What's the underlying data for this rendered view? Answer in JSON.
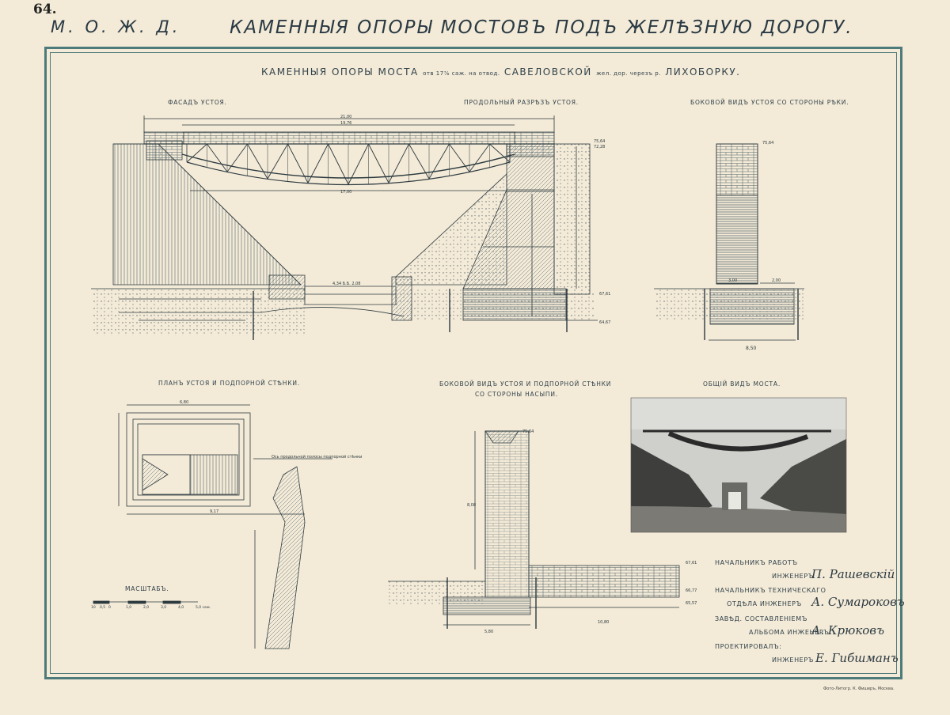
{
  "page_number": "64.",
  "corner_label": "М. О. Ж. Д.",
  "main_title": "КАМЕННЫЯ ОПОРЫ МОСТОВЪ ПОДЪ ЖЕЛѢЗНУЮ ДОРОГУ.",
  "subtitle_a": "КАМЕННЫЯ ОПОРЫ МОСТА",
  "subtitle_b": "отв 17⅞ саж. на отвод.",
  "subtitle_c": "САВЕЛОВСКОЙ",
  "subtitle_d": "жел. дор. черезъ р.",
  "subtitle_e": "ЛИХОБОРКУ.",
  "captions": {
    "facade": "ФАСАДЪ УСТОЯ.",
    "section": "ПРОДОЛЬНЫЙ РАЗРѢЗЪ УСТОЯ.",
    "side_river": "БОКОВОЙ ВИДЪ УСТОЯ СО СТОРОНЫ РѢКИ.",
    "plan": "ПЛАНЪ УСТОЯ И ПОДПОРНОЙ СТѢНКИ.",
    "side_embank_1": "БОКОВОЙ ВИДЪ УСТОЯ И ПОДПОРНОЙ СТѢНКИ",
    "side_embank_2": "СО СТОРОНЫ НАСЫПИ.",
    "general": "ОБЩІЙ ВИДЪ МОСТА.",
    "scale": "МАСШТАБЪ."
  },
  "scale_ticks": [
    "10",
    "0,5",
    "0",
    "1,0",
    "2,0",
    "3,0",
    "4,0",
    "5,0 саж."
  ],
  "plan_note": "Ось продольной полосы подпорной стѣнки",
  "signatures": [
    {
      "role1": "НАЧАЛЬНИКЪ РАБОТЪ",
      "role2": "ИНЖЕНЕРЪ",
      "name": "П. Рашевскій"
    },
    {
      "role1": "НАЧАЛЬНИКЪ ТЕХНИЧЕСКАГО",
      "role2": "ОТДѢЛА ИНЖЕНЕРЪ",
      "name": "А. Сумароковъ"
    },
    {
      "role1": "ЗАВѢД. СОСТАВЛЕНІЕМЪ",
      "role2": "АЛЬБОМА ИНЖЕНЕРЪ",
      "name": "А. Крюковъ"
    },
    {
      "role1": "ПРОЕКТИРОВАЛЪ:",
      "role2": "ИНЖЕНЕРЪ",
      "name": "Е. Гибшманъ"
    }
  ],
  "imprint": "Фото-Литогр. К. Фишеръ, Москва.",
  "dimensions": {
    "span_total": "21,00",
    "span_inner": "19,76",
    "span_arch": "17,00",
    "water": "4,34 Б.Б. 2,08",
    "elev_top": "75,64",
    "elev_rail": "72,28",
    "elev_a": "67,61",
    "elev_b": "66,77",
    "elev_c": "65,57",
    "elev_d": "64,67",
    "side_w1": "3,00",
    "side_w2": "2,00",
    "side_base": "8,50",
    "plan_w": "6,80",
    "plan_len": "9,17",
    "emb_len": "10,80",
    "emb_base": "5,80",
    "emb_h": "8,08"
  },
  "colors": {
    "paper": "#f3ead7",
    "ink": "#2d3a40",
    "frame": "#4d7a7a"
  }
}
